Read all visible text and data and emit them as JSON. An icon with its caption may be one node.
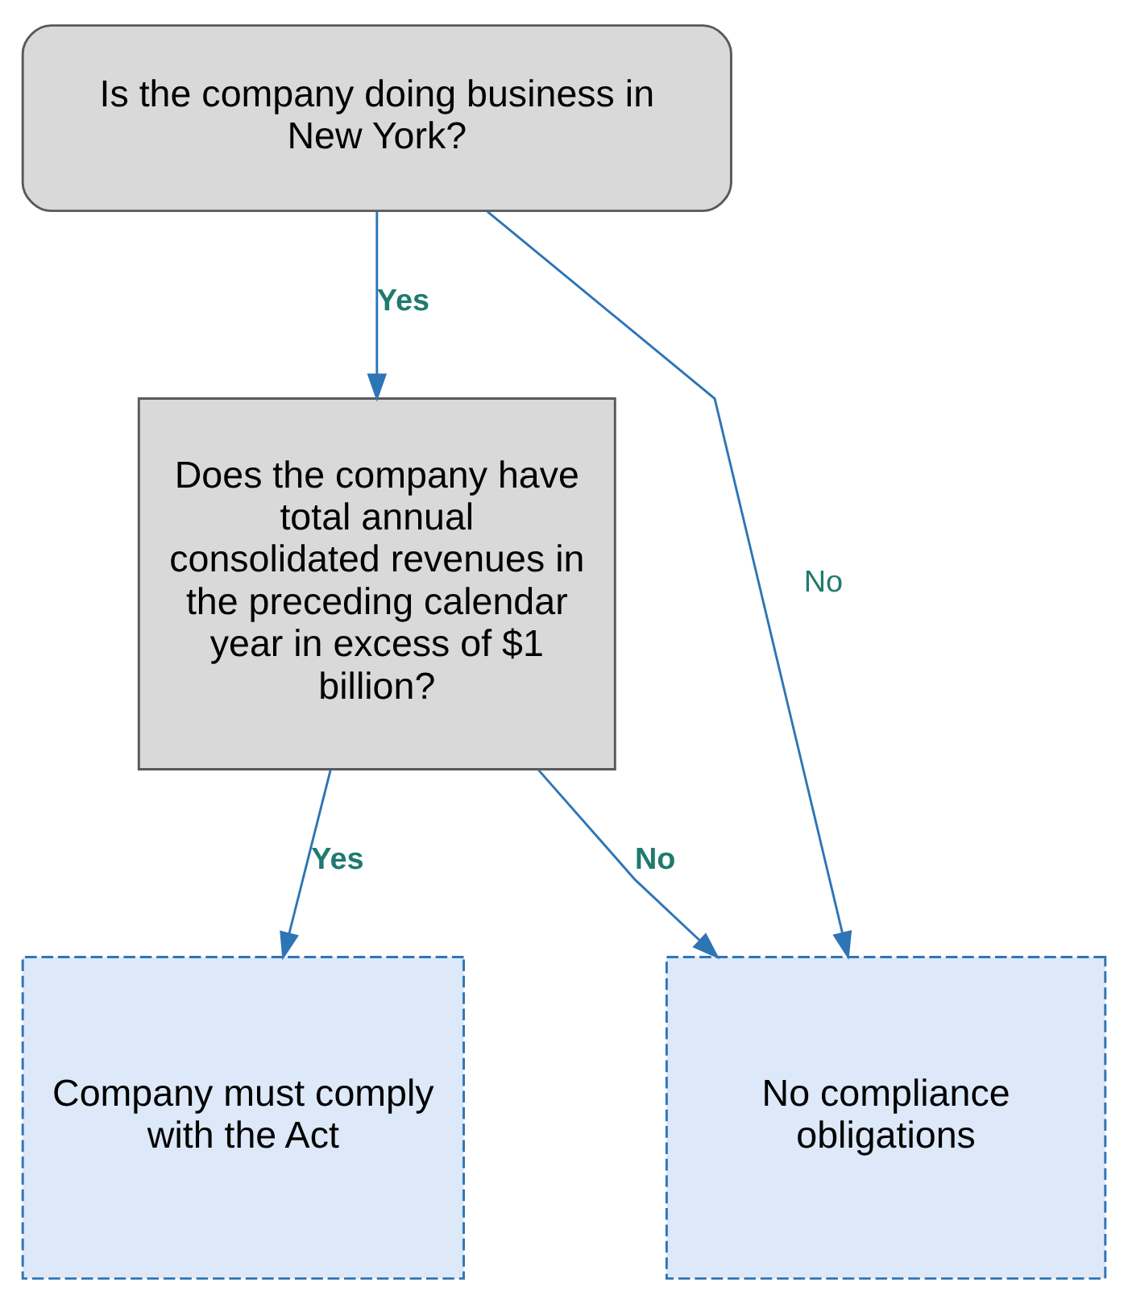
{
  "diagram": {
    "nodes": [
      {
        "text": [
          "Is the company doing business in New York?"
        ]
      },
      {
        "text": [
          "Does the company have total annual consolidated revenues in the preceding calendar year in excess of $1 billion?"
        ]
      },
      {
        "text": [
          "Company must comply with the Act"
        ]
      },
      {
        "text": [
          "No compliance obligations"
        ]
      }
    ],
    "edges": [
      {
        "from": 0,
        "to": 1,
        "arrow": "to",
        "label": "Yes"
      },
      {
        "from": 1,
        "to": 2,
        "arrow": "to",
        "label": "Yes"
      },
      {
        "from": 1,
        "to": 3,
        "arrow": "to",
        "label": "No"
      },
      {
        "from": 0,
        "to": 3,
        "arrow": "to",
        "label": "No"
      }
    ]
  }
}
